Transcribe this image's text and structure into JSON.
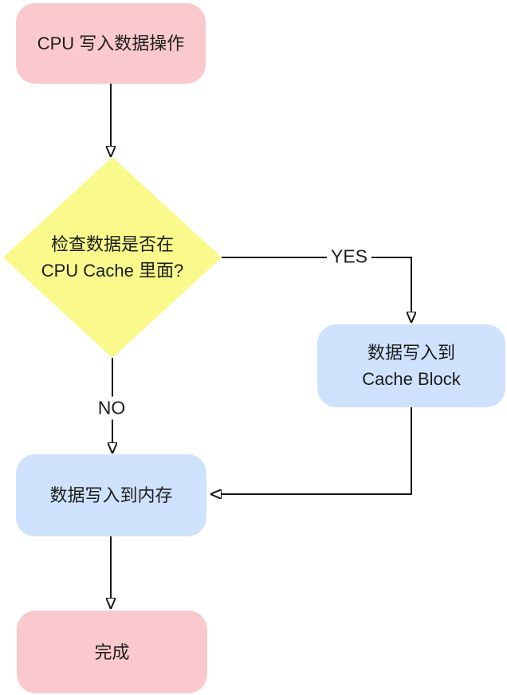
{
  "diagram": {
    "title": "CPU cache write flow",
    "type": "flowchart"
  },
  "colors": {
    "start_end_fill": "#fac9cd",
    "decision_fill": "#f9f98c",
    "process_fill": "#cfe2fc",
    "line": "#161616",
    "text": "#1c1c1c",
    "background": "#ffffff"
  },
  "nodes": {
    "start": {
      "label": "CPU 写入数据操作",
      "shape": "rounded-rect",
      "fill": "start_end_fill"
    },
    "decision": {
      "label": "检查数据是否在\nCPU Cache 里面?",
      "shape": "diamond",
      "fill": "decision_fill"
    },
    "cache": {
      "label": "数据写入到\nCache Block",
      "shape": "rounded-rect",
      "fill": "process_fill"
    },
    "memory": {
      "label": "数据写入到内存",
      "shape": "rounded-rect",
      "fill": "process_fill"
    },
    "done": {
      "label": "完成",
      "shape": "rounded-rect",
      "fill": "start_end_fill"
    }
  },
  "edges": {
    "start_to_decision": {
      "from": "start",
      "to": "decision",
      "label": ""
    },
    "decision_to_cache": {
      "from": "decision",
      "to": "cache",
      "label": "YES"
    },
    "decision_to_memory": {
      "from": "decision",
      "to": "memory",
      "label": "NO"
    },
    "cache_to_memory": {
      "from": "cache",
      "to": "memory",
      "label": ""
    },
    "memory_to_done": {
      "from": "memory",
      "to": "done",
      "label": ""
    }
  }
}
